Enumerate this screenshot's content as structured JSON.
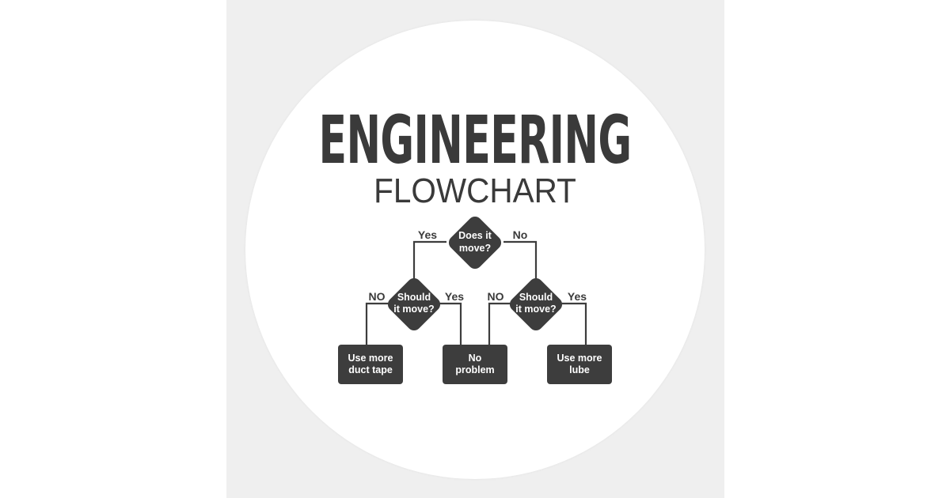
{
  "title": {
    "main": "ENGINEERING",
    "sub": "FLOWCHART"
  },
  "decisions": {
    "top": {
      "line1": "Does it",
      "line2": "move?"
    },
    "left": {
      "line1": "Should",
      "line2": "it move?"
    },
    "right": {
      "line1": "Should",
      "line2": "it move?"
    }
  },
  "branches": {
    "top_yes": "Yes",
    "top_no": "No",
    "left_no": "NO",
    "left_yes": "Yes",
    "right_no": "NO",
    "right_yes": "Yes"
  },
  "outcomes": {
    "duct_tape": {
      "line1": "Use more",
      "line2": "duct tape"
    },
    "no_problem": {
      "line1": "No",
      "line2": "problem"
    },
    "lube": {
      "line1": "Use more",
      "line2": "lube"
    }
  },
  "colors": {
    "ink": "#3a3a3a",
    "shape_fill": "#3d3d3d",
    "backdrop": "#efefef",
    "sticker": "#ffffff"
  }
}
